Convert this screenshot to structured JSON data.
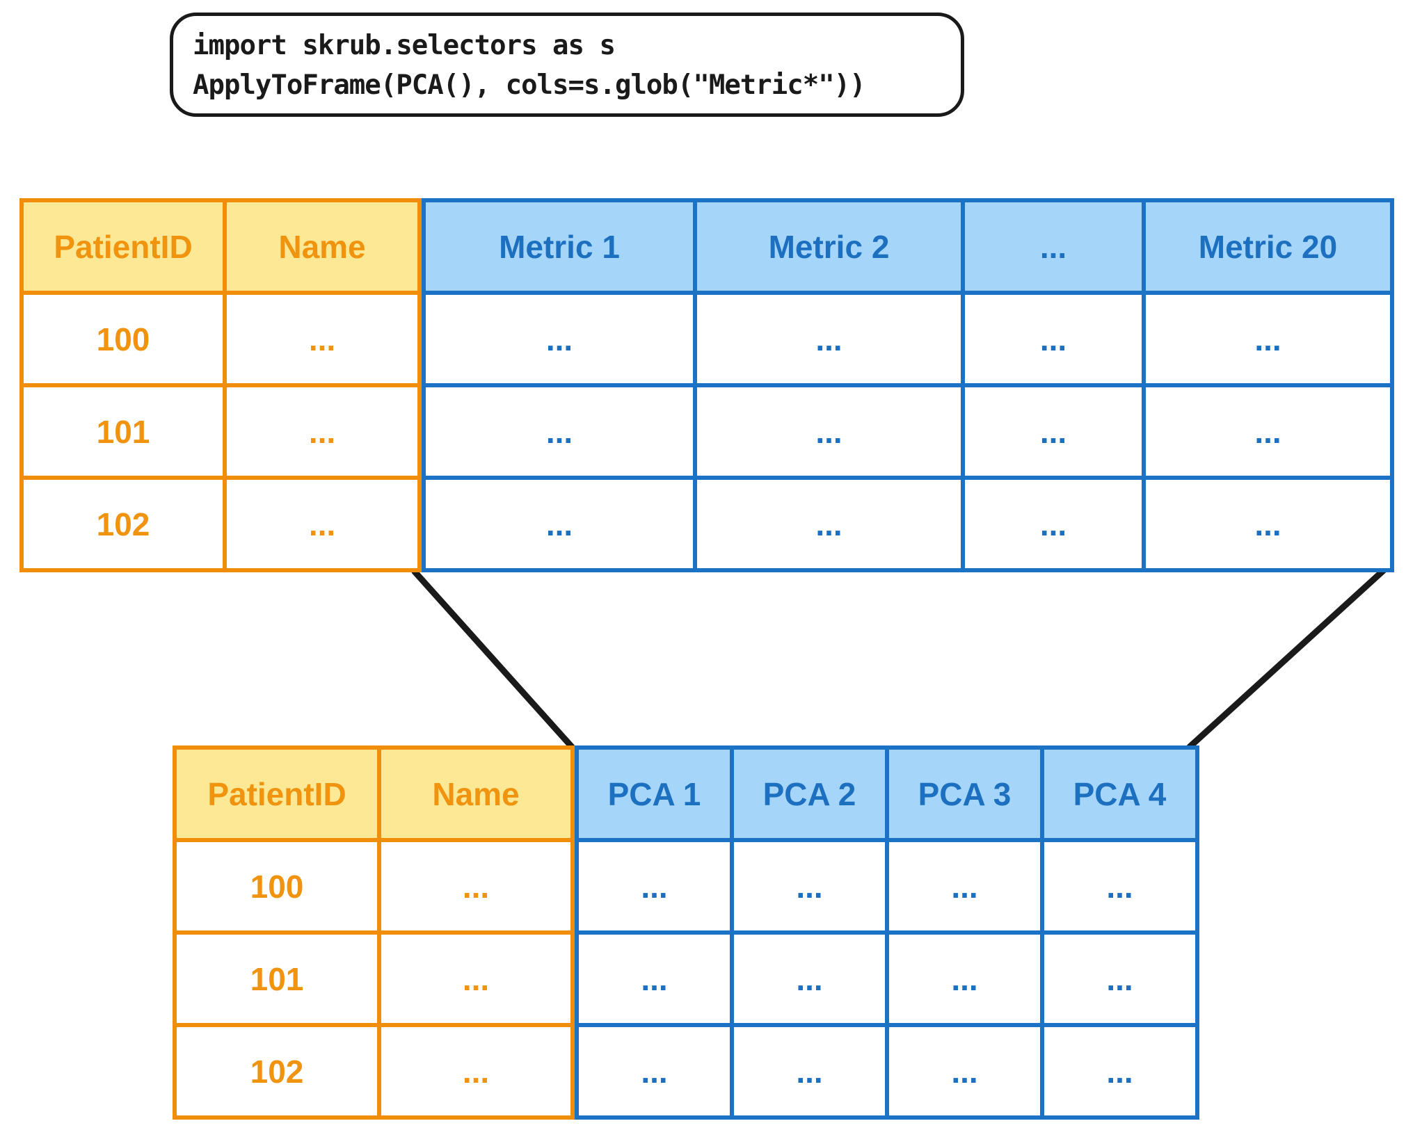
{
  "code_box": {
    "lines": [
      "import skrub.selectors as s",
      "ApplyToFrame(PCA(), cols=s.glob(\"Metric*\"))"
    ]
  },
  "colors": {
    "orange_border": "#F08E0C",
    "orange_text": "#F0930F",
    "orange_header_fill": "#FDE995",
    "blue_border": "#1C73C5",
    "blue_text": "#1D70C0",
    "blue_header_fill": "#A5D6FA",
    "connector_line": "#1A1A1A"
  },
  "input_table": {
    "headers": [
      "PatientID",
      "Name",
      "Metric 1",
      "Metric 2",
      "...",
      "Metric 20"
    ],
    "rows": [
      [
        "100",
        "...",
        "...",
        "...",
        "...",
        "..."
      ],
      [
        "101",
        "...",
        "...",
        "...",
        "...",
        "..."
      ],
      [
        "102",
        "...",
        "...",
        "...",
        "...",
        "..."
      ]
    ]
  },
  "output_table": {
    "headers": [
      "PatientID",
      "Name",
      "PCA 1",
      "PCA 2",
      "PCA 3",
      "PCA 4"
    ],
    "rows": [
      [
        "100",
        "...",
        "...",
        "...",
        "...",
        "..."
      ],
      [
        "101",
        "...",
        "...",
        "...",
        "...",
        "..."
      ],
      [
        "102",
        "...",
        "...",
        "...",
        "...",
        "..."
      ]
    ]
  }
}
